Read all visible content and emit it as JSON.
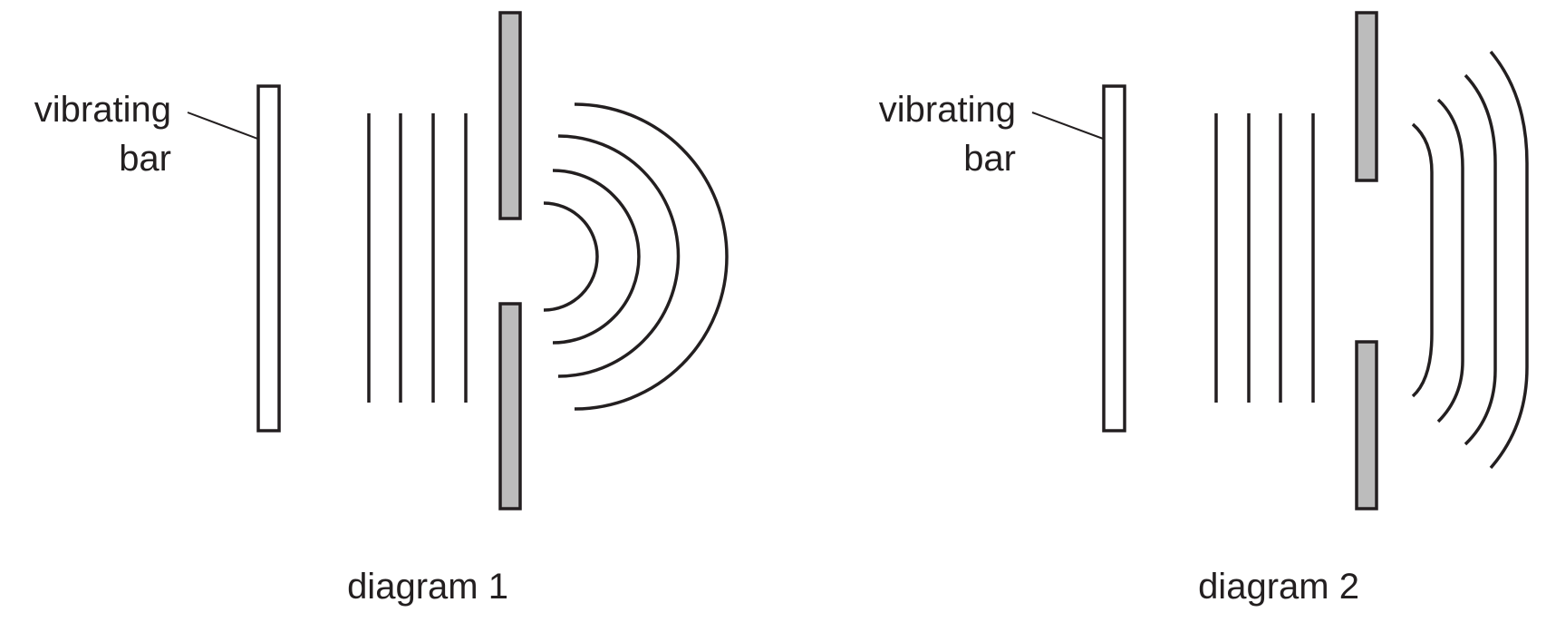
{
  "diagrams": [
    {
      "caption": "diagram 1",
      "bar_label_line1": "vibrating",
      "bar_label_line2": "bar"
    },
    {
      "caption": "diagram 2",
      "bar_label_line1": "vibrating",
      "bar_label_line2": "bar"
    }
  ],
  "colors": {
    "ink": "#231f20",
    "barrier_fill": "#bcbcbc",
    "background": "#ffffff"
  }
}
